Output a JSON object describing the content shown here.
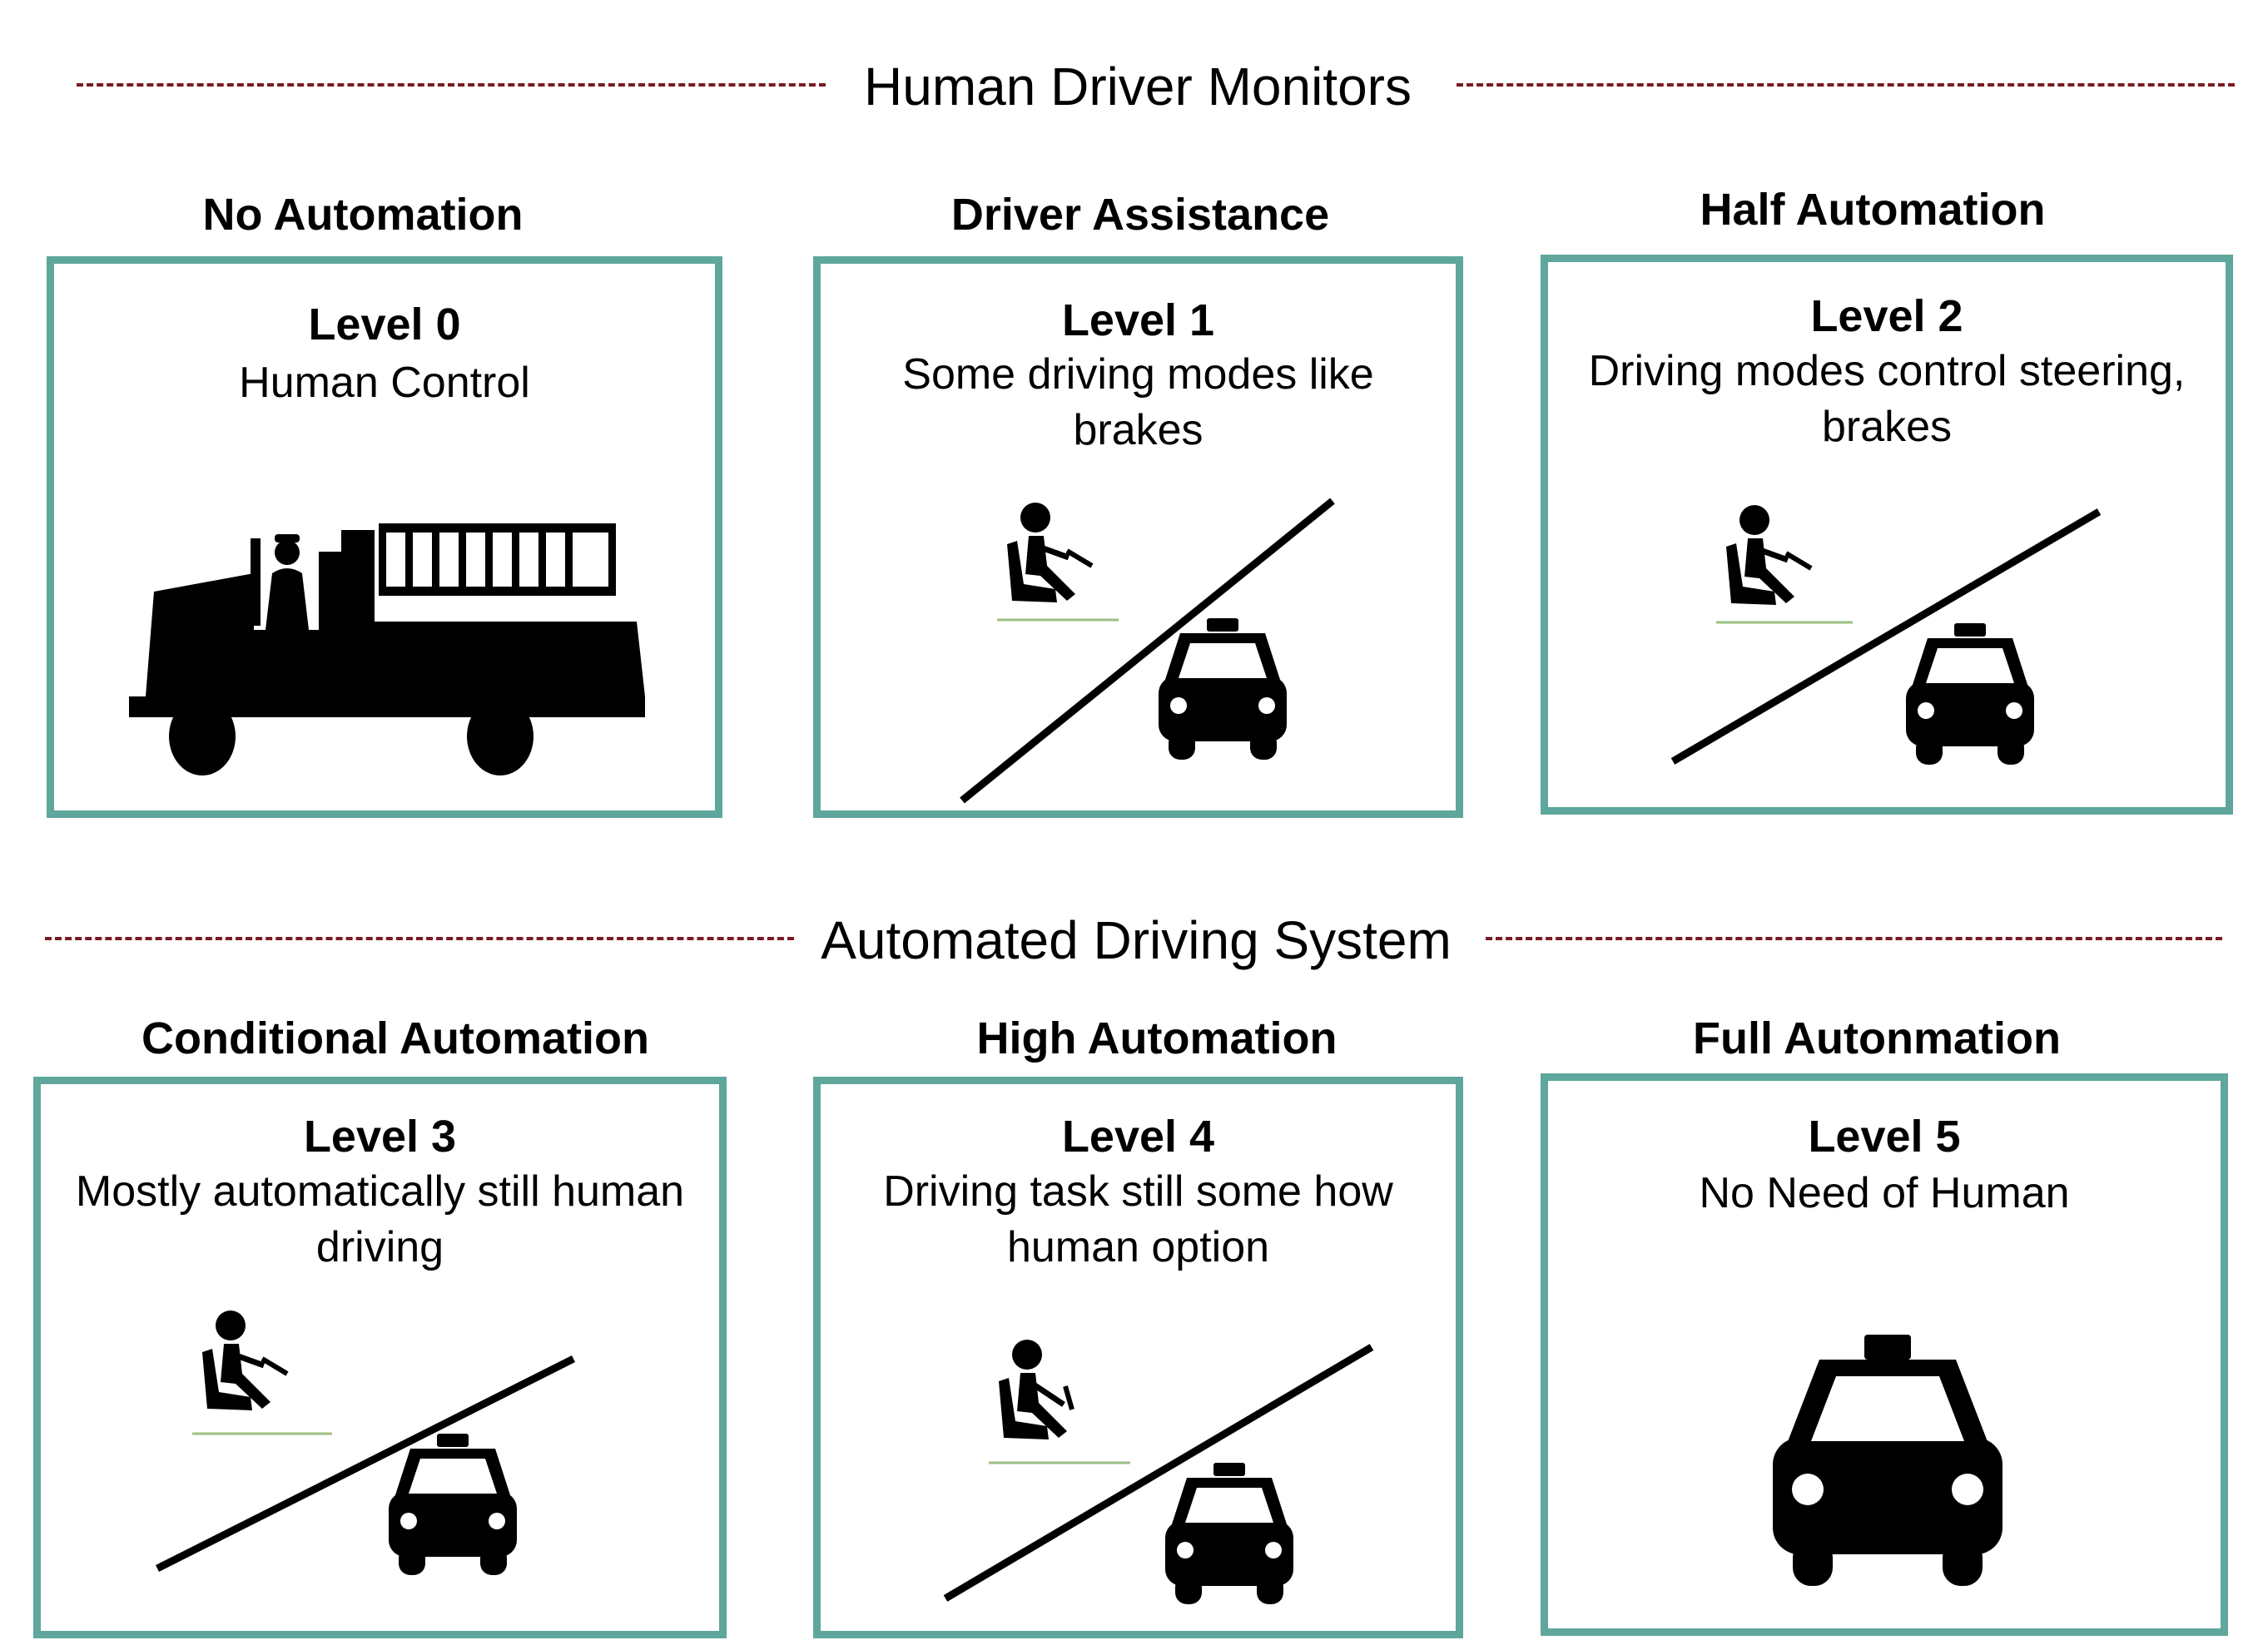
{
  "sections": [
    {
      "title": "Human Driver Monitors"
    },
    {
      "title": "Automated Driving System"
    }
  ],
  "levels": [
    {
      "category": "No Automation",
      "level": "Level 0",
      "description": "Human Control",
      "icon": "fire-truck-icon"
    },
    {
      "category": "Driver Assistance",
      "level": "Level 1",
      "description": "Some driving modes like brakes",
      "icon": "driver-and-car-icon"
    },
    {
      "category": "Half Automation",
      "level": "Level 2",
      "description": "Driving modes control steering, brakes",
      "icon": "driver-and-car-icon"
    },
    {
      "category": "Conditional Automation",
      "level": "Level 3",
      "description": "Mostly automatically still human driving",
      "icon": "driver-and-car-icon"
    },
    {
      "category": "High Automation",
      "level": "Level 4",
      "description": "Driving task still some how human option",
      "icon": "driver-and-car-icon"
    },
    {
      "category": "Full Autonmation",
      "level": "Level 5",
      "description": "No Need of Human",
      "icon": "car-icon"
    }
  ],
  "colors": {
    "card_border": "#5fa79c",
    "divider": "#7a1a22",
    "ground_line": "#9cbf86"
  }
}
